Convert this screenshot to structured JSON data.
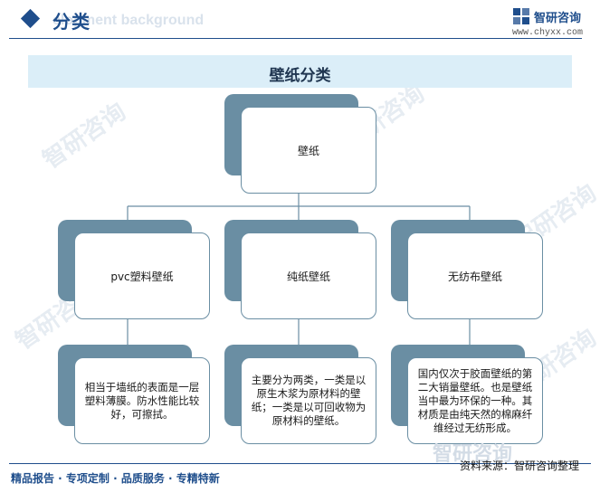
{
  "header": {
    "title": "分类",
    "watermark_text": "elopment background",
    "brand_name": "智研咨询",
    "brand_url": "www.chyxx.com"
  },
  "diagram": {
    "title": "壁纸分类",
    "root": {
      "label": "壁纸"
    },
    "categories": [
      {
        "label": "pvc塑料壁纸",
        "description": "相当于墙纸的表面是一层塑料薄膜。防水性能比较好，可擦拭。"
      },
      {
        "label": "纯纸壁纸",
        "description": "主要分为两类，一类是以原生木浆为原材料的壁纸；一类是以可回收物为原材料的壁纸。"
      },
      {
        "label": "无纺布壁纸",
        "description": "国内仅次于胶面壁纸的第二大销量壁纸。也是壁纸当中最为环保的一种。其材质是由纯天然的棉麻纤维经过无纺形成。"
      }
    ]
  },
  "watermark": "智研咨询",
  "footer": {
    "left": "精品报告 · 专项定制 · 品质服务 · 专精特新",
    "source": "资料来源：智研咨询整理"
  },
  "colors": {
    "accent": "#1f4e8c",
    "box_shadow": "#6a8ea3",
    "title_band": "#dbeef8"
  }
}
